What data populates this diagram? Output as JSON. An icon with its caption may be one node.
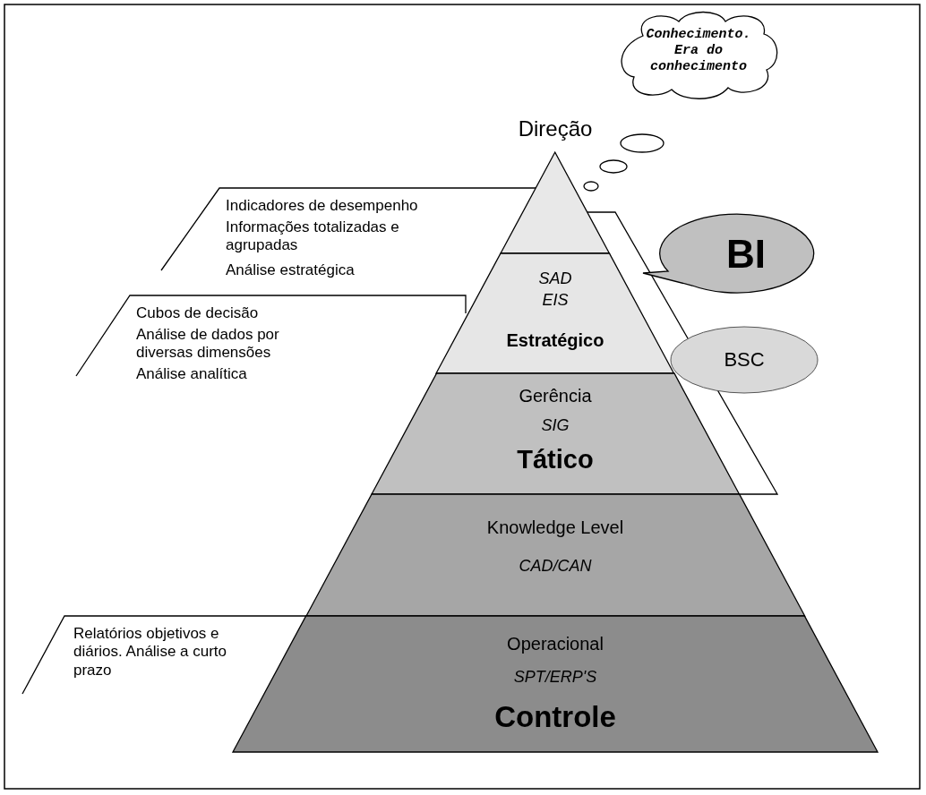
{
  "diagram": {
    "nodes": [
      {
        "text": [
          "Direção"
        ]
      },
      {
        "text": [
          "SAD",
          "EIS",
          "Estratégico"
        ]
      },
      {
        "text": [
          "Gerência",
          "SIG",
          "Tático"
        ]
      },
      {
        "text": [
          "Knowledge Level",
          "CAD/CAN"
        ]
      },
      {
        "text": [
          "Operacional",
          "SPT/ERP'S",
          "Controle"
        ]
      },
      {
        "text": [
          "Conhecimento. Era do conhecimento"
        ]
      },
      {
        "text": [
          "BI"
        ]
      },
      {
        "text": [
          "BSC"
        ]
      }
    ],
    "edges": [],
    "labels": [
      "Indicadores de desempenho",
      "Informações totalizadas e agrupadas",
      "Análise estratégica",
      "Cubos de decisão",
      "Análise de dados por diversas dimensões",
      "Análise analítica",
      "Relatórios objetivos e diários. Análise a curto prazo"
    ]
  }
}
